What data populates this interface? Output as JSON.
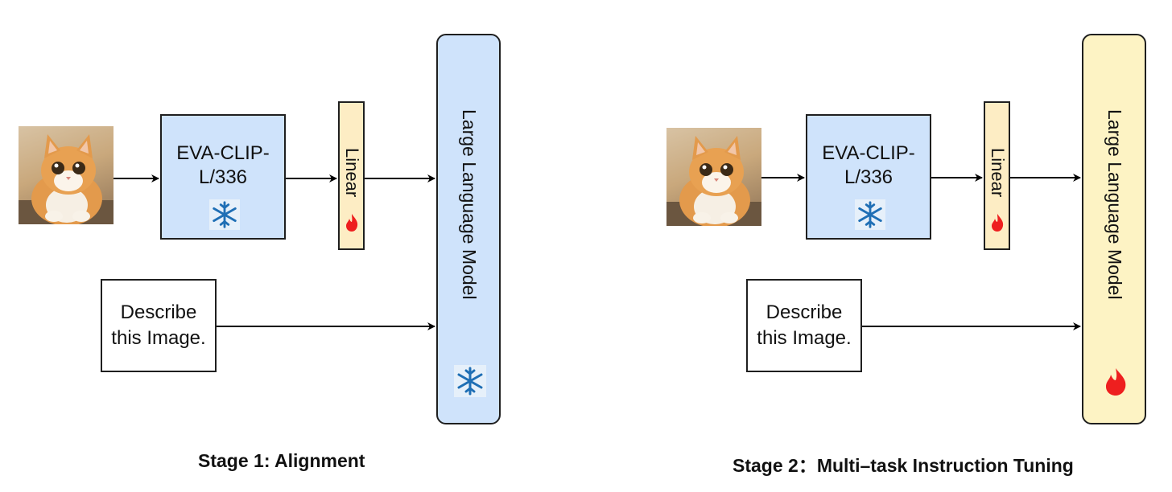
{
  "colors": {
    "encoder_fill": "#cfe3fb",
    "linear_fill": "#fdedc4",
    "llm_frozen_fill": "#cfe3fb",
    "llm_trainable_fill": "#fdf3c4",
    "frozen_icon": "#1f6fb5",
    "fire_icon": "#ee1f1f"
  },
  "stages": [
    {
      "encoder_label": "EVA-CLIP-\nL/336",
      "encoder_icon": "snowflake-icon",
      "linear_label": "Linear",
      "linear_icon": "fire-icon",
      "llm_label": "Large Language Model",
      "llm_icon": "snowflake-icon",
      "llm_state": "frozen",
      "prompt": "Describe\nthis Image.",
      "caption": "Stage 1:  Alignment"
    },
    {
      "encoder_label": "EVA-CLIP-\nL/336",
      "encoder_icon": "snowflake-icon",
      "linear_label": "Linear",
      "linear_icon": "fire-icon",
      "llm_label": "Large Language Model",
      "llm_icon": "fire-icon",
      "llm_state": "trainable",
      "prompt": "Describe\nthis Image.",
      "caption": "Stage 2：Multi–task Instruction Tuning"
    }
  ]
}
